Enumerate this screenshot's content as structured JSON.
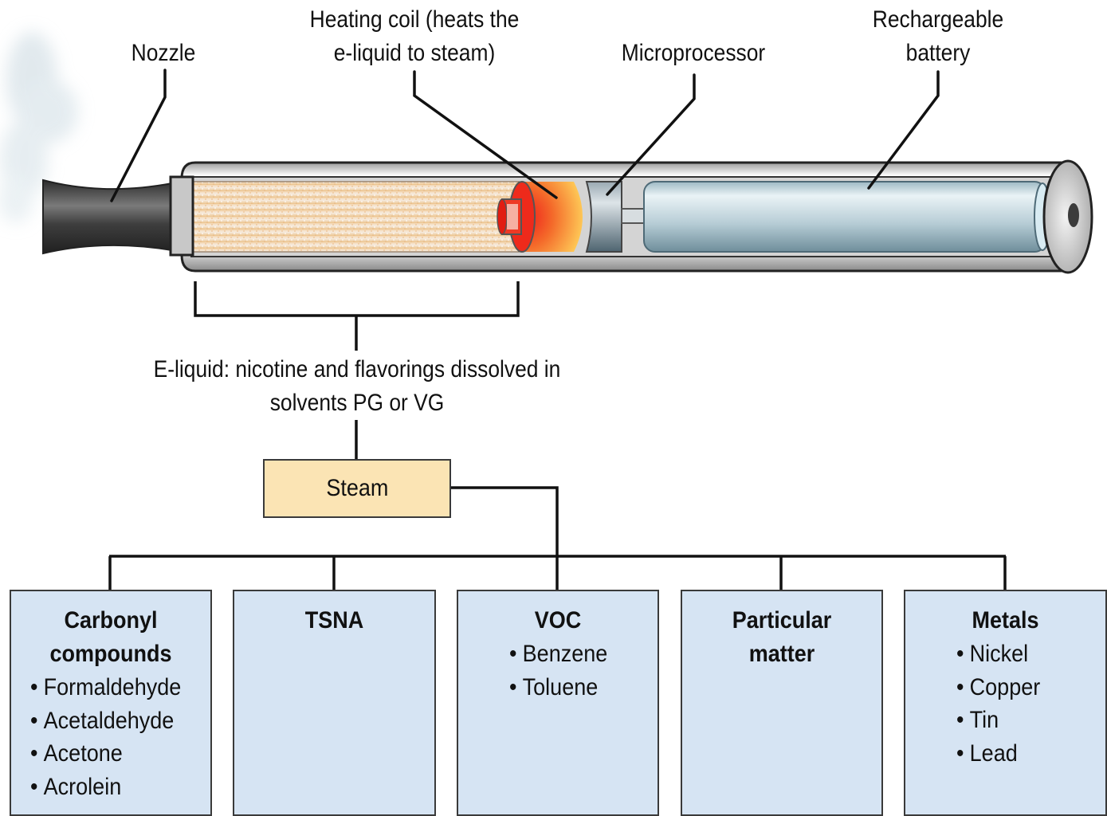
{
  "diagram": {
    "title": "E-cigarette components and steam constituents",
    "labels": {
      "nozzle": "Nozzle",
      "heating_coil_line1": "Heating coil (heats the",
      "heating_coil_line2": "e-liquid to steam)",
      "microprocessor": "Microprocessor",
      "battery_line1": "Rechargeable",
      "battery_line2": "battery",
      "eliquid_line1": "E-liquid: nicotine and flavorings dissolved in",
      "eliquid_line2": "solvents PG or VG"
    },
    "steam_node": "Steam",
    "categories": [
      {
        "title": "Carbonyl\ncompounds",
        "items": [
          "Formaldehyde",
          "Acetaldehyde",
          "Acetone",
          "Acrolein"
        ]
      },
      {
        "title": "TSNA",
        "items": []
      },
      {
        "title": "VOC",
        "items": [
          "Benzene",
          "Toluene"
        ]
      },
      {
        "title": "Particular\nmatter",
        "items": []
      },
      {
        "title": "Metals",
        "items": [
          "Nickel",
          "Copper",
          "Tin",
          "Lead"
        ]
      }
    ],
    "colors": {
      "category_fill": "#d6e4f3",
      "steam_fill": "#fbe4b4",
      "eliquid_fill": "#f1d9b8",
      "battery_fill": "#b9d2dc",
      "nozzle_fill": "#4a4a4a",
      "coil_hot": "#ee2a1b",
      "coil_warm": "#ffc455"
    }
  }
}
